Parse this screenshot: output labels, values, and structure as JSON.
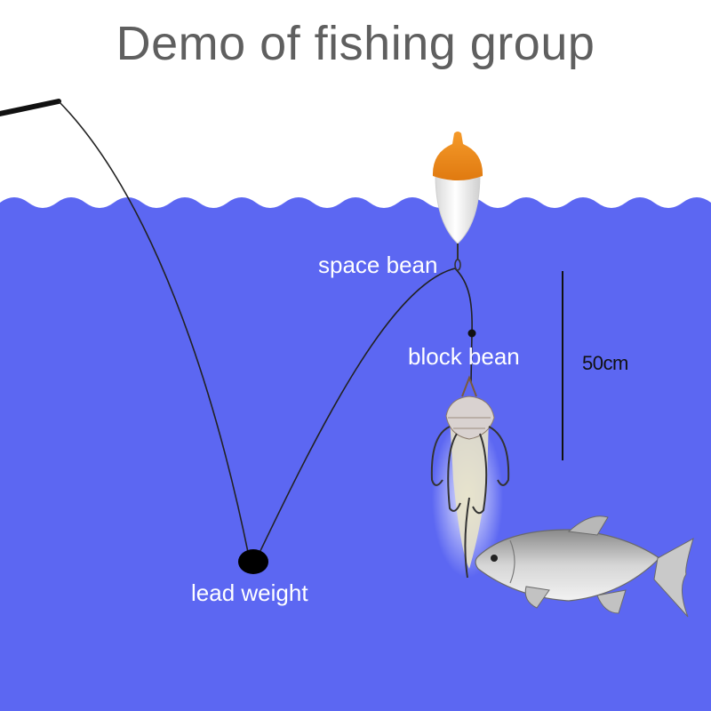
{
  "title": "Demo of fishing group",
  "labels": {
    "space_bean": "space bean",
    "block_bean": "block bean",
    "lead_weight": "lead weight",
    "distance": "50cm"
  },
  "colors": {
    "water": "#5c67f2",
    "float_cap": "#f28b1e",
    "float_body": "#f4f4f4",
    "line": "#222222",
    "title_text": "#5f5f5f"
  }
}
